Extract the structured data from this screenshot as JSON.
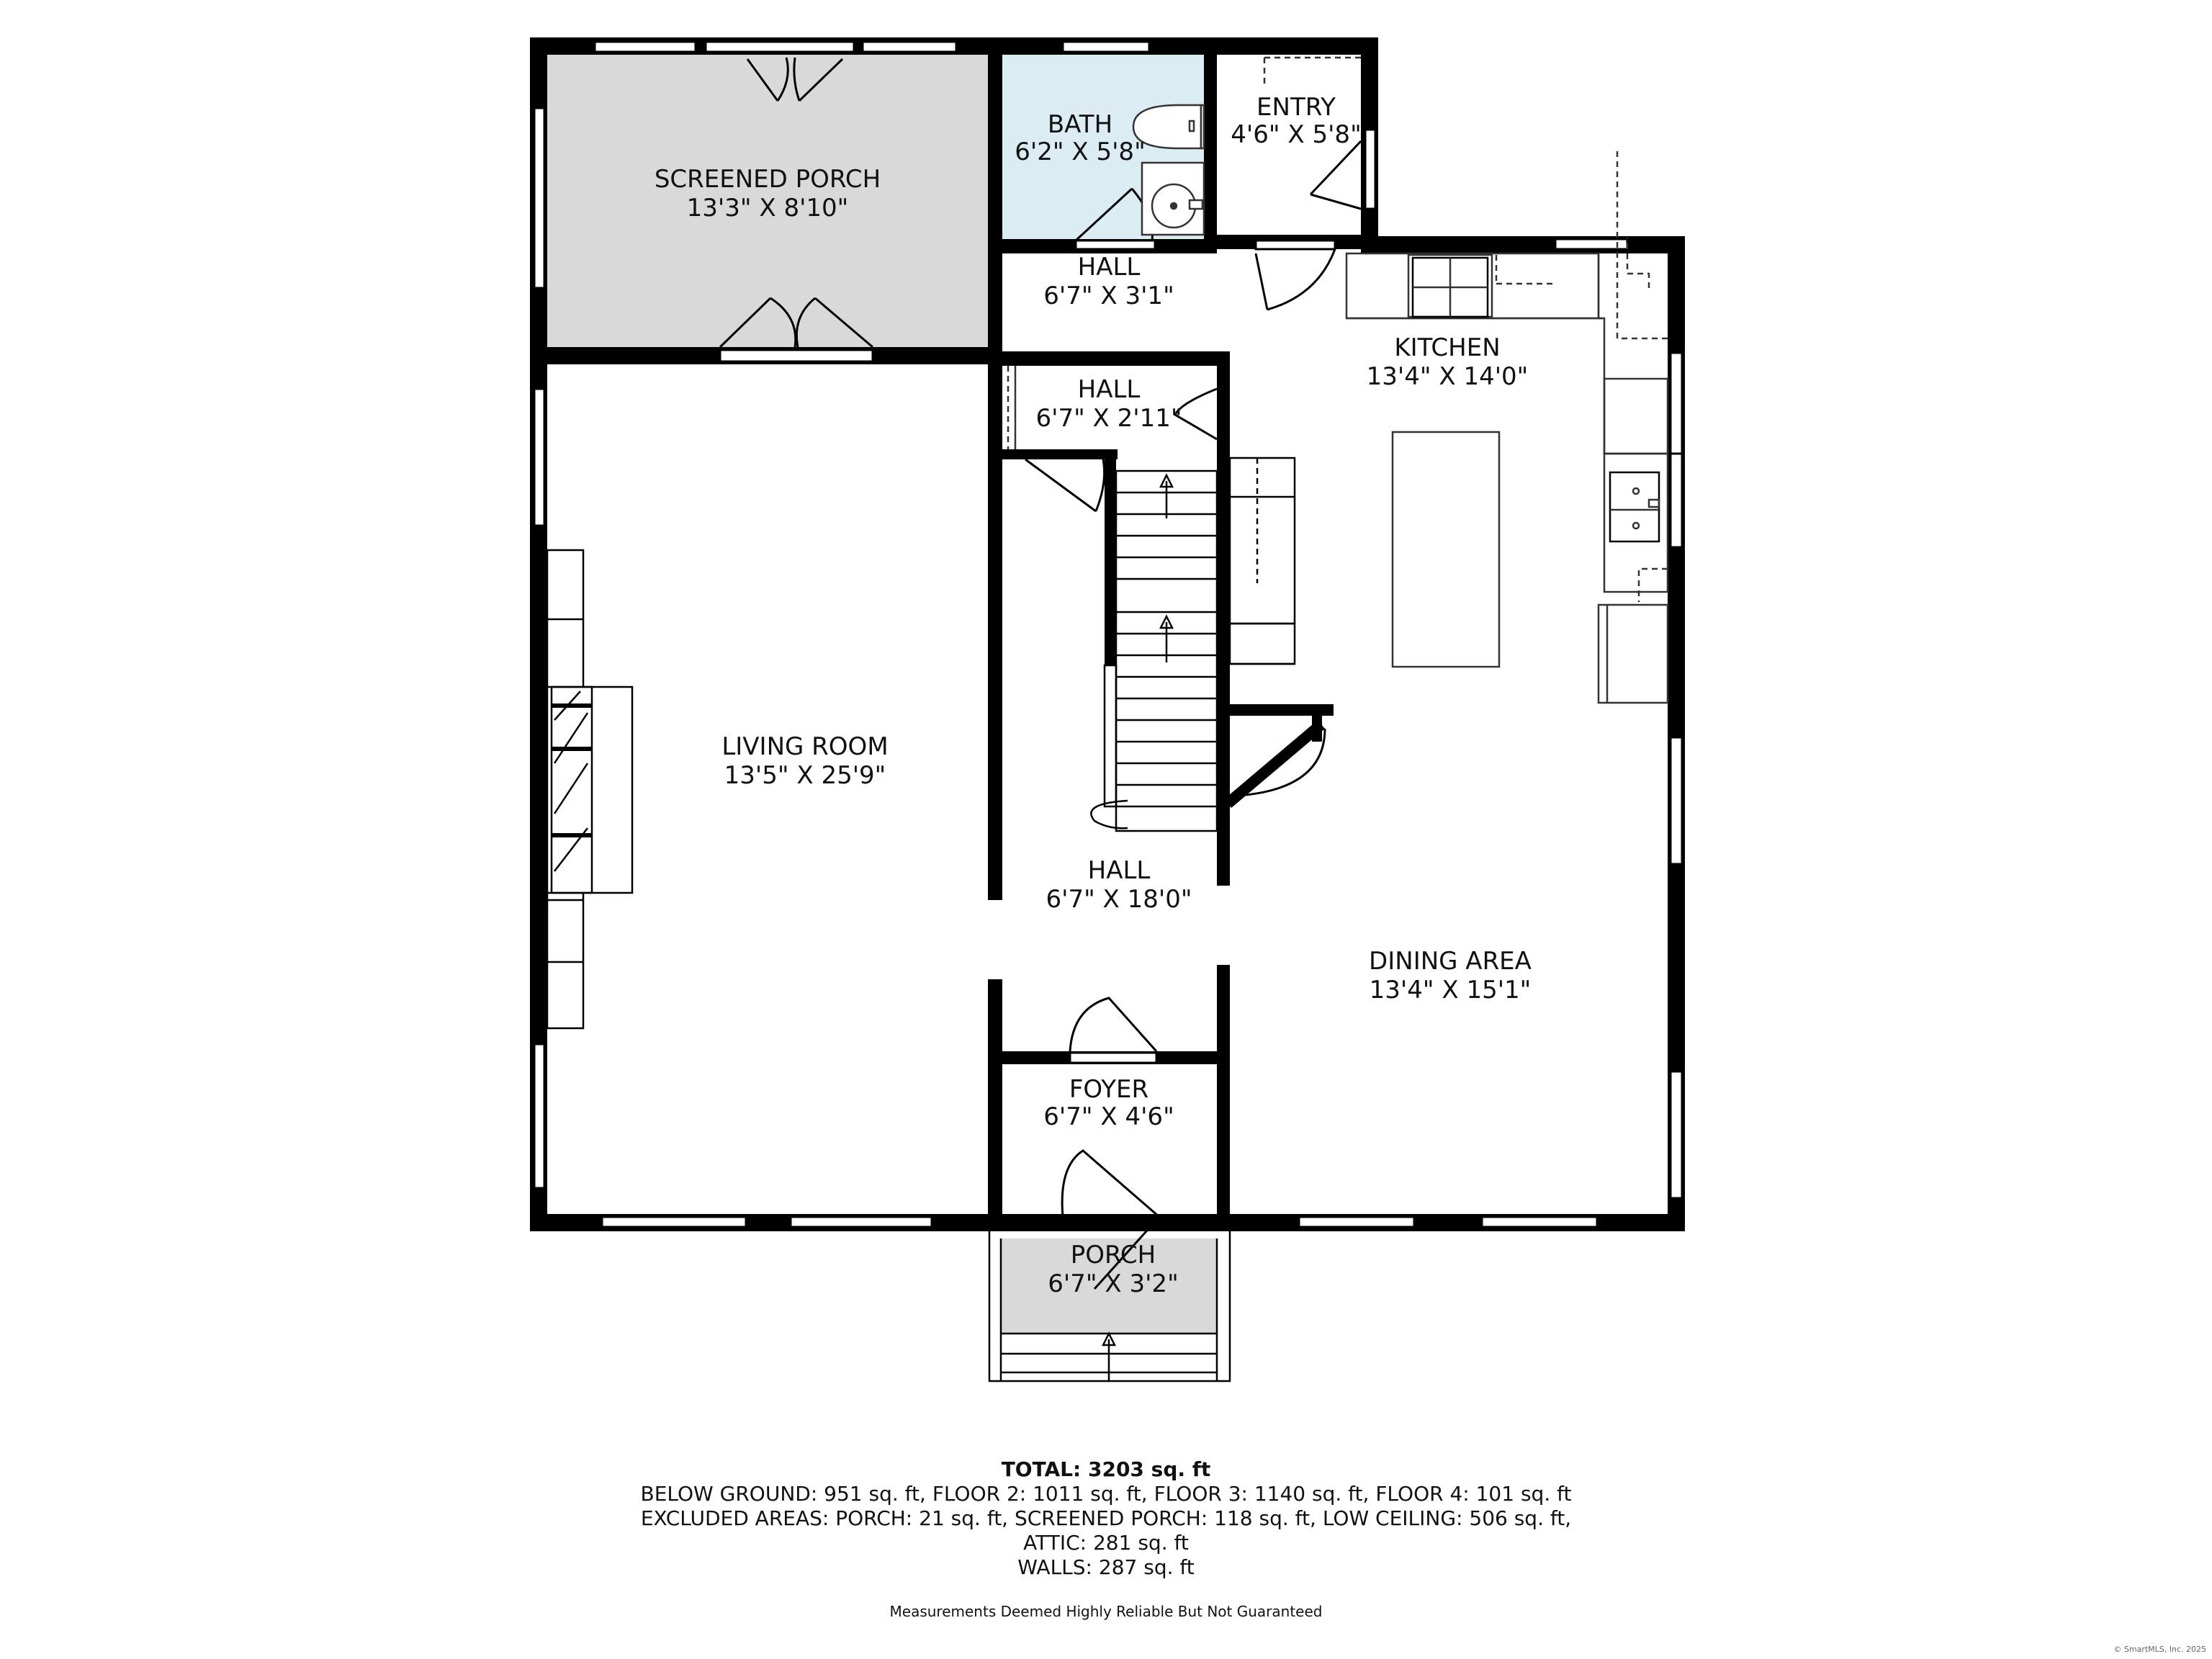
{
  "rooms": {
    "screened_porch": {
      "name": "SCREENED PORCH",
      "size": "13'3\" X 8'10\""
    },
    "bath": {
      "name": "BATH",
      "size": "6'2\" X 5'8\""
    },
    "entry": {
      "name": "ENTRY",
      "size": "4'6\" X 5'8\""
    },
    "hall_upper": {
      "name": "HALL",
      "size": "6'7\" X 3'1\""
    },
    "kitchen": {
      "name": "KITCHEN",
      "size": "13'4\" X 14'0\""
    },
    "hall_small": {
      "name": "HALL",
      "size": "6'7\" X 2'11\""
    },
    "living_room": {
      "name": "LIVING ROOM",
      "size": "13'5\" X 25'9\""
    },
    "hall_main": {
      "name": "HALL",
      "size": "6'7\" X 18'0\""
    },
    "dining_area": {
      "name": "DINING AREA",
      "size": "13'4\" X 15'1\""
    },
    "foyer": {
      "name": "FOYER",
      "size": "6'7\" X 4'6\""
    },
    "porch": {
      "name": "PORCH",
      "size": "6'7\" X 3'2\""
    }
  },
  "summary": {
    "total": "TOTAL: 3203 sq. ft",
    "line1": "BELOW GROUND: 951 sq. ft, FLOOR 2: 1011 sq. ft, FLOOR 3: 1140 sq. ft, FLOOR 4: 101 sq. ft",
    "line2": "EXCLUDED AREAS: PORCH: 21 sq. ft, SCREENED PORCH: 118 sq. ft, LOW CEILING: 506 sq. ft,",
    "line3": "ATTIC: 281 sq. ft",
    "line4": "WALLS: 287 sq. ft"
  },
  "disclaimer": "Measurements Deemed Highly Reliable But Not Guaranteed",
  "copyright": "© SmartMLS, Inc. 2025",
  "colors": {
    "wall": "#000000",
    "screened_porch_fill": "#d9d9d9",
    "bath_fill": "#dcecf3",
    "porch_fill": "#d9d9d9",
    "fixture_stroke": "#333333"
  }
}
